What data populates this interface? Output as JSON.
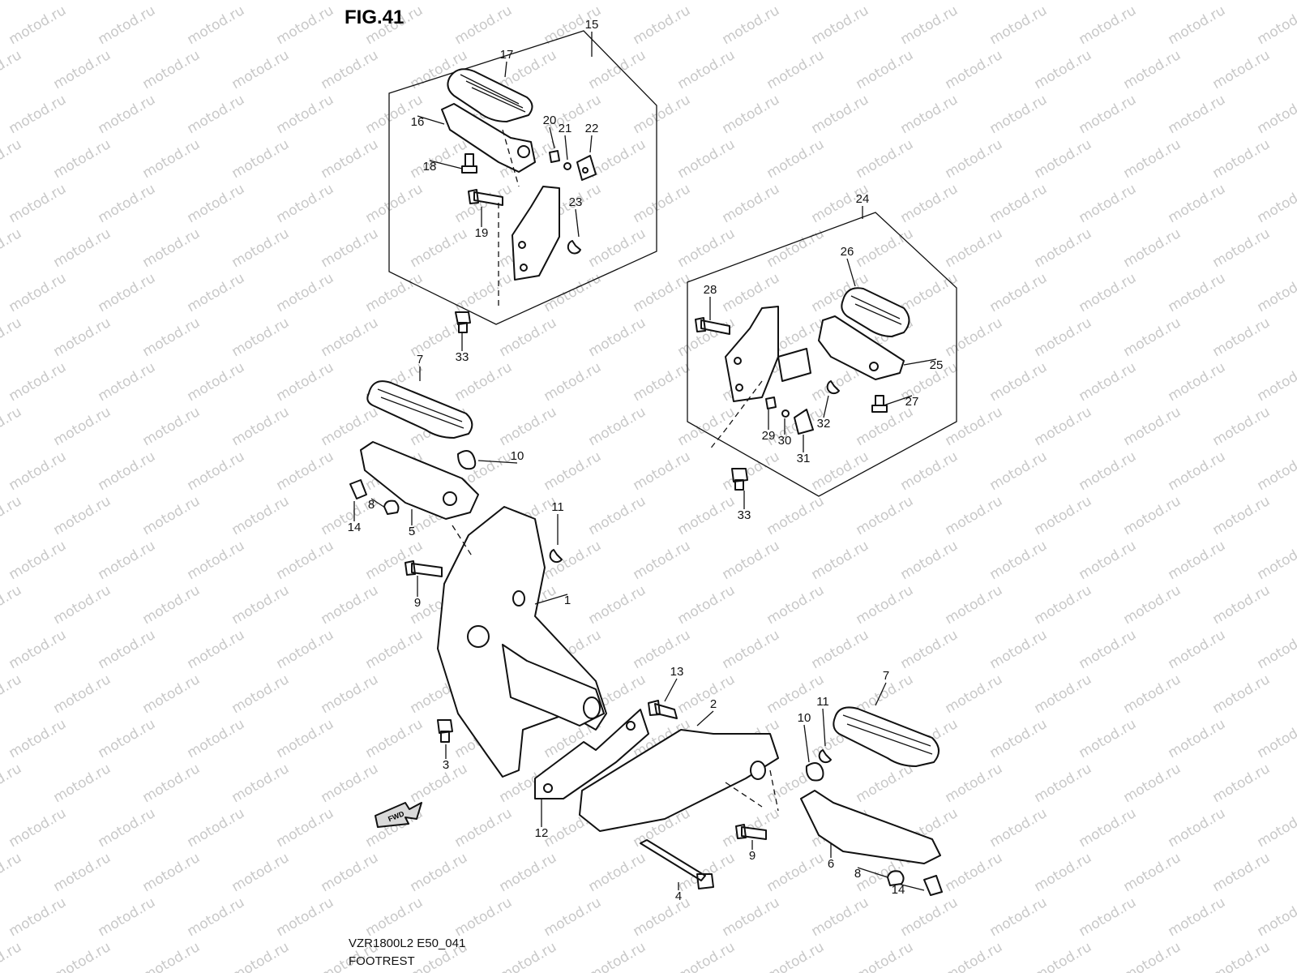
{
  "figure": {
    "title": "FIG.41"
  },
  "watermark": {
    "text": "motod.ru"
  },
  "footer": {
    "code": "VZR1800L2 E50_041",
    "name": "FOOTREST"
  },
  "arrow": {
    "label": "FWD"
  },
  "callouts": [
    {
      "id": "c15",
      "label": "15"
    },
    {
      "id": "c17",
      "label": "17"
    },
    {
      "id": "c16",
      "label": "16"
    },
    {
      "id": "c20",
      "label": "20"
    },
    {
      "id": "c21",
      "label": "21"
    },
    {
      "id": "c22",
      "label": "22"
    },
    {
      "id": "c18",
      "label": "18"
    },
    {
      "id": "c19",
      "label": "19"
    },
    {
      "id": "c23",
      "label": "23"
    },
    {
      "id": "c33a",
      "label": "33"
    },
    {
      "id": "c24",
      "label": "24"
    },
    {
      "id": "c26",
      "label": "26"
    },
    {
      "id": "c28",
      "label": "28"
    },
    {
      "id": "c25",
      "label": "25"
    },
    {
      "id": "c27",
      "label": "27"
    },
    {
      "id": "c29",
      "label": "29"
    },
    {
      "id": "c30",
      "label": "30"
    },
    {
      "id": "c32",
      "label": "32"
    },
    {
      "id": "c31",
      "label": "31"
    },
    {
      "id": "c33b",
      "label": "33"
    },
    {
      "id": "c7a",
      "label": "7"
    },
    {
      "id": "c10a",
      "label": "10"
    },
    {
      "id": "c8a",
      "label": "8"
    },
    {
      "id": "c14a",
      "label": "14"
    },
    {
      "id": "c5",
      "label": "5"
    },
    {
      "id": "c11a",
      "label": "11"
    },
    {
      "id": "c9a",
      "label": "9"
    },
    {
      "id": "c1",
      "label": "1"
    },
    {
      "id": "c13",
      "label": "13"
    },
    {
      "id": "c2",
      "label": "2"
    },
    {
      "id": "c7b",
      "label": "7"
    },
    {
      "id": "c10b",
      "label": "10"
    },
    {
      "id": "c11b",
      "label": "11"
    },
    {
      "id": "c3",
      "label": "3"
    },
    {
      "id": "c12",
      "label": "12"
    },
    {
      "id": "c9b",
      "label": "9"
    },
    {
      "id": "c6",
      "label": "6"
    },
    {
      "id": "c8b",
      "label": "8"
    },
    {
      "id": "c14b",
      "label": "14"
    },
    {
      "id": "c4",
      "label": "4"
    }
  ]
}
